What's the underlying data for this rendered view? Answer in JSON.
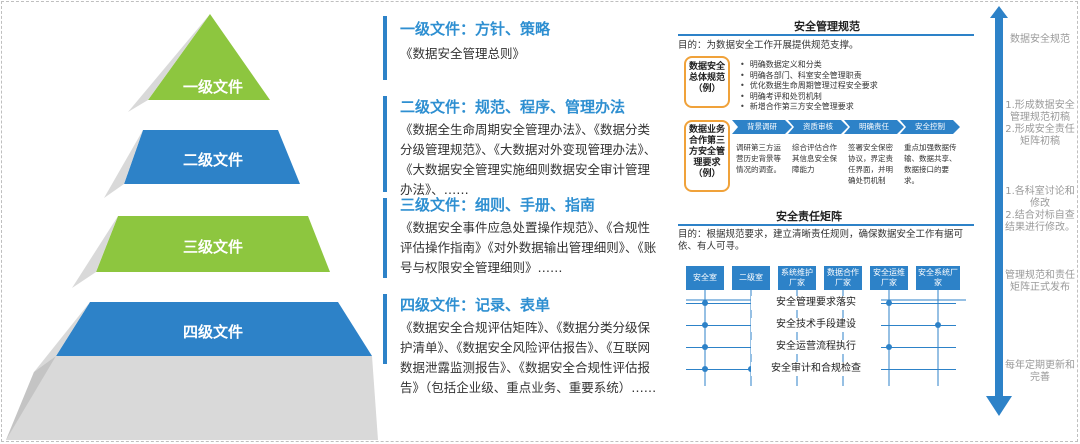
{
  "colors": {
    "blue": "#2d82c8",
    "green": "#8dc63f",
    "gray": "#d9d9d9",
    "title": "#2e8fd1",
    "orange": "#f0a23a"
  },
  "pyramid": {
    "tiers": [
      "一级文件",
      "二级文件",
      "三级文件",
      "四级文件"
    ]
  },
  "sections": [
    {
      "title": "一级文件：方针、策略",
      "body": "《数据安全管理总则》"
    },
    {
      "title": "二级文件：规范、程序、管理办法",
      "body": "《数据全生命周期安全管理办法》、《数据分类分级管理规范》、《大数据对外变现管理办法》、《大数据安全管理实施细则数据安全审计管理办法》、……"
    },
    {
      "title": "三级文件：细则、手册、指南",
      "body": "《数据安全事件应急处置操作规范》、《合规性评估操作指南》《对外数据输出管理细则》、《账号与权限安全管理细则》……"
    },
    {
      "title": "四级文件：记录、表单",
      "body": "《数据安全合规评估矩阵》、《数据分类分级保护清单》、《数据安全风险评估报告》、《互联网数据泄露监测报告》、《数据安全合规性评估报告》（包括企业级、重点业务、重要系统）……"
    }
  ],
  "spec": {
    "title": "安全管理规范",
    "purpose": "目的：为数据安全工作开展提供规范支撑。",
    "box1": "数据安全总体规范（例）",
    "bullets": [
      "明确数据定义和分类",
      "明确各部门、科室安全管理职责",
      "优化数据生命周期管理过程安全要求",
      "明确考评和处罚机制",
      "新增合作第三方安全管理要求"
    ],
    "box2": "数据业务合作第三方安全管理要求（例）",
    "chevrons": [
      "背景调研",
      "资质审核",
      "明确责任",
      "安全控制"
    ],
    "steps": [
      "调研第三方运营历史背景等情况的调查。",
      "综合评估合作其信息安全保障能力",
      "签署安全保密协议，界定责任界面，并明确处罚机制",
      "重点加强数据传输、数据共享、数据接口的要求。"
    ]
  },
  "matrix": {
    "title": "安全责任矩阵",
    "purpose": "目的：根据规范要求，建立清晰责任规则，确保数据安全工作有据可依、有人可寻。",
    "columns": [
      "安全室",
      "二级室",
      "系统维护厂家",
      "数据合作厂家",
      "安全运维厂家",
      "安全系统厂家"
    ],
    "rows": [
      "安全管理要求落实",
      "安全技术手段建设",
      "安全运营流程执行",
      "安全审计和合规检查"
    ]
  },
  "timeline": {
    "notes": [
      "数据安全规范",
      "1.形成数据安全管理规范初稿\n2.形成安全责任矩阵初稿",
      "1.各科室讨论和修改\n2.结合对标自查结果进行修改。",
      "管理规范和责任矩阵正式发布",
      "每年定期更新和完善"
    ]
  }
}
